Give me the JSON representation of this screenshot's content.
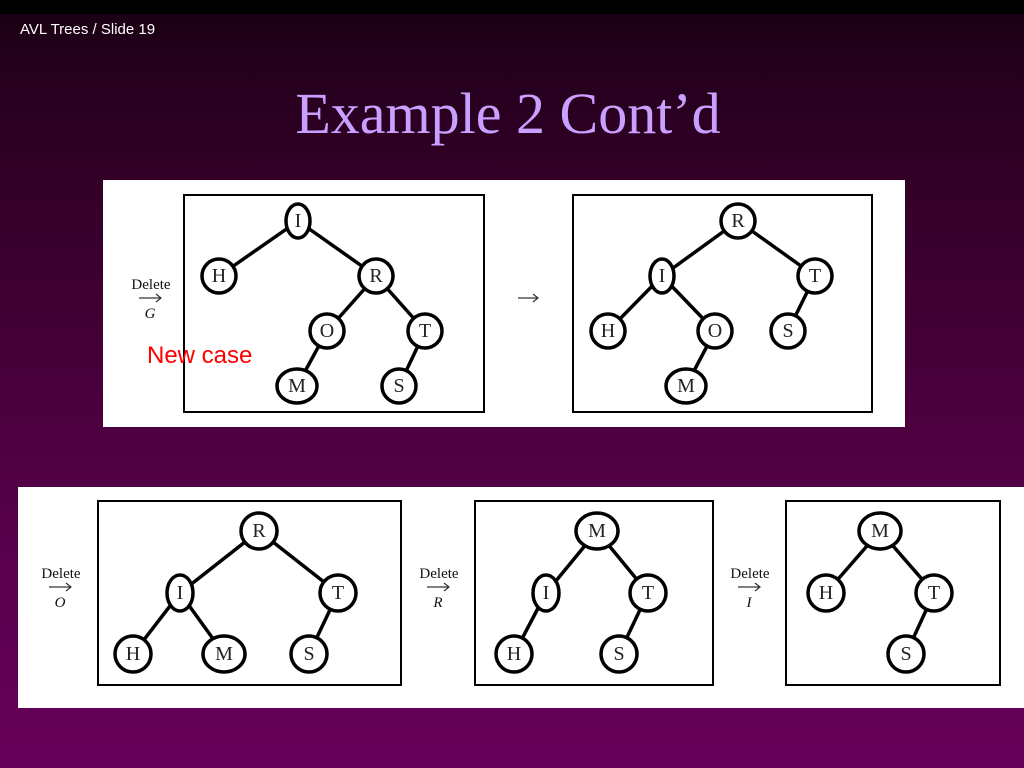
{
  "header": {
    "slide_label": "AVL Trees / Slide 19"
  },
  "title": "Example 2 Cont’d",
  "annotation": "New case",
  "figure_top": {
    "operation": {
      "label": "Delete",
      "symbol": "G"
    },
    "before_tree": [
      "I",
      "H",
      "R",
      "O",
      "T",
      "M",
      "S"
    ],
    "after_tree": [
      "R",
      "I",
      "T",
      "H",
      "O",
      "S",
      "M"
    ]
  },
  "figure_bottom": {
    "steps": [
      {
        "operation": {
          "label": "Delete",
          "symbol": "O"
        },
        "tree": [
          "R",
          "I",
          "T",
          "H",
          "M",
          "S"
        ]
      },
      {
        "operation": {
          "label": "Delete",
          "symbol": "R"
        },
        "tree": [
          "M",
          "I",
          "T",
          "H",
          "S"
        ]
      },
      {
        "operation": {
          "label": "Delete",
          "symbol": "I"
        },
        "tree": [
          "M",
          "H",
          "T",
          "S"
        ]
      }
    ]
  }
}
